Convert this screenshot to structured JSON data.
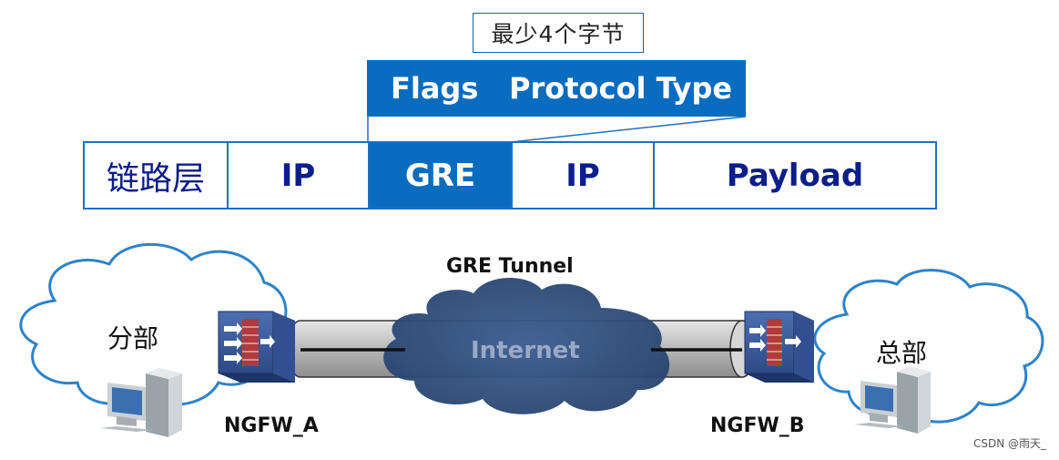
{
  "header": {
    "min_label": "最少4个字节",
    "flags_label": "Flags",
    "protocol_type_label": "Protocol Type"
  },
  "packet": {
    "segments": [
      "链路层",
      "IP",
      "GRE",
      "IP",
      "Payload"
    ]
  },
  "network": {
    "tunnel_label": "GRE Tunnel",
    "internet_label": "Internet",
    "left_site": "分部",
    "right_site": "总部",
    "left_firewall": "NGFW_A",
    "right_firewall": "NGFW_B"
  },
  "footer": {
    "watermark": "CSDN @雨天_"
  },
  "colors": {
    "accent_blue": "#0a6cbf",
    "text_navy": "#0b1e8a"
  }
}
